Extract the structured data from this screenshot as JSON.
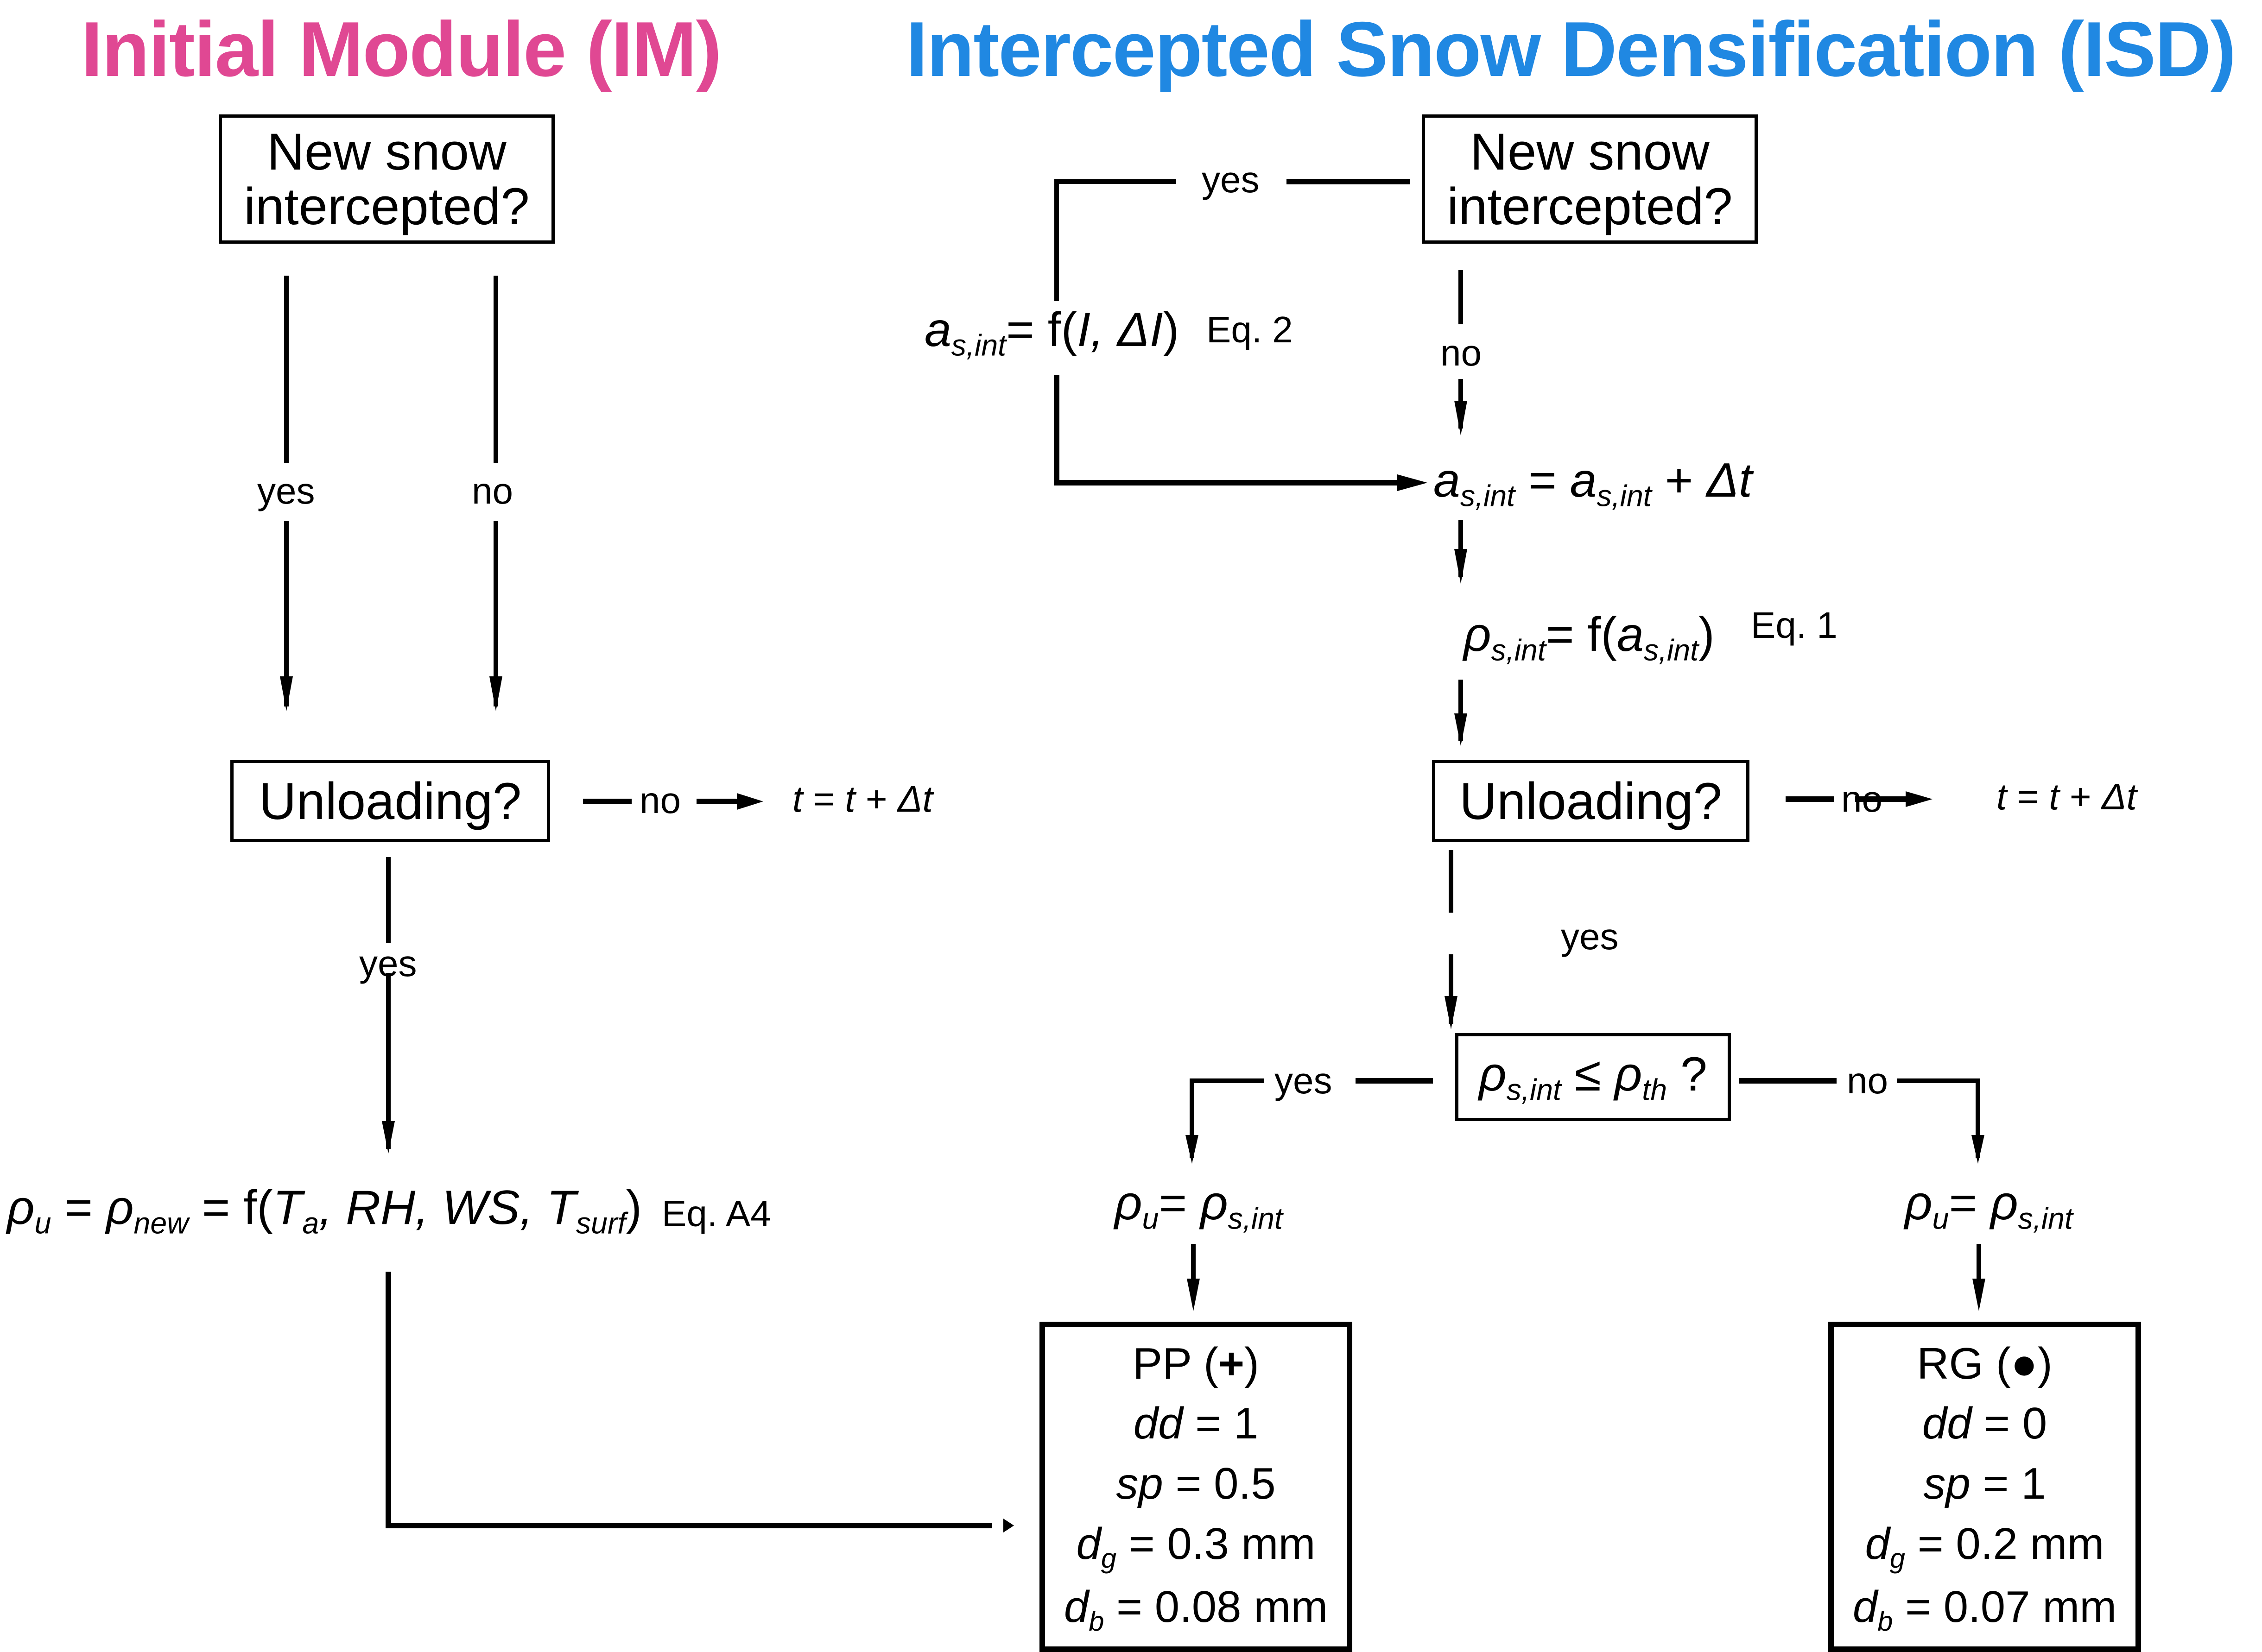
{
  "colors": {
    "im_title": "#E04893",
    "isd_title": "#2088E2",
    "line": "#000000"
  },
  "im": {
    "title": "Initial Module (IM)",
    "q_new_snow": [
      "New snow",
      "intercepted?"
    ],
    "yes_label": "yes",
    "no_label": "no",
    "q_unloading": "Unloading?",
    "unload_no_label": "no",
    "time_step": {
      "lhs": "t",
      "eq": " = ",
      "rhs": "t",
      "plus": " + ",
      "delta": "Δt"
    },
    "unload_yes_label": "yes",
    "rho_new_eq": {
      "rho": "ρ",
      "sub_u": "u",
      "eq1": " = ",
      "rho2": "ρ",
      "sub_new": "new",
      "eq2": " = f(",
      "ta": "T",
      "sub_a": "a",
      "rest": ", RH, WS, ",
      "tsurf": "T",
      "sub_surf": "surf",
      "close": ")"
    },
    "rho_new_eq_ref": "Eq. A4"
  },
  "isd": {
    "title": "Intercepted Snow Densification (ISD)",
    "q_new_snow": [
      "New snow",
      "intercepted?"
    ],
    "yes_label": "yes",
    "no_label": "no",
    "age_reset": {
      "a": "a",
      "sub": "s,int",
      "eq": "= f(",
      "args": "I, ΔI",
      "close": ")"
    },
    "age_reset_ref": "Eq. 2",
    "age_update": {
      "a": "a",
      "sub": "s,int",
      "eq": " = ",
      "a2": "a",
      "sub2": "s,int",
      "plus": " + ",
      "delta": "Δt"
    },
    "density": {
      "rho": "ρ",
      "sub": "s,int",
      "eq": "= f(",
      "a": "a",
      "sub_a": "s,int",
      "close": ")"
    },
    "density_ref": "Eq. 1",
    "q_unloading": "Unloading?",
    "unload_no_label": "no",
    "time_step": {
      "lhs": "t",
      "eq": " = ",
      "rhs": "t",
      "plus": " + ",
      "delta": "Δt"
    },
    "unload_yes_label": "yes",
    "q_threshold": {
      "rho": "ρ",
      "sub": "s,int",
      "le": " ≤ ",
      "rho2": "ρ",
      "sub2": "th",
      "q": " ?"
    },
    "threshold_yes_label": "yes",
    "threshold_no_label": "no",
    "rho_u_left": {
      "rho": "ρ",
      "sub": "u",
      "eq": "= ",
      "rho2": "ρ",
      "sub2": "s,int"
    },
    "rho_u_right": {
      "rho": "ρ",
      "sub": "u",
      "eq": "= ",
      "rho2": "ρ",
      "sub2": "s,int"
    }
  },
  "results": {
    "pp": {
      "name": "PP",
      "symbol": "+",
      "symbol_icon": "plus-icon",
      "dd_label": "dd",
      "dd_value": " = 1",
      "sp_label": "sp",
      "sp_value": " = 0.5",
      "dg_label": "d",
      "dg_sub": "g",
      "dg_value": " = 0.3 mm",
      "db_label": "d",
      "db_sub": "b",
      "db_value": " = 0.08 mm"
    },
    "rg": {
      "name": "RG",
      "symbol": "●",
      "symbol_icon": "filled-circle-icon",
      "dd_label": "dd",
      "dd_value": " = 0",
      "sp_label": "sp",
      "sp_value": " = 1",
      "dg_label": "d",
      "dg_sub": "g",
      "dg_value": " = 0.2 mm",
      "db_label": "d",
      "db_sub": "b",
      "db_value": " = 0.07 mm"
    }
  }
}
